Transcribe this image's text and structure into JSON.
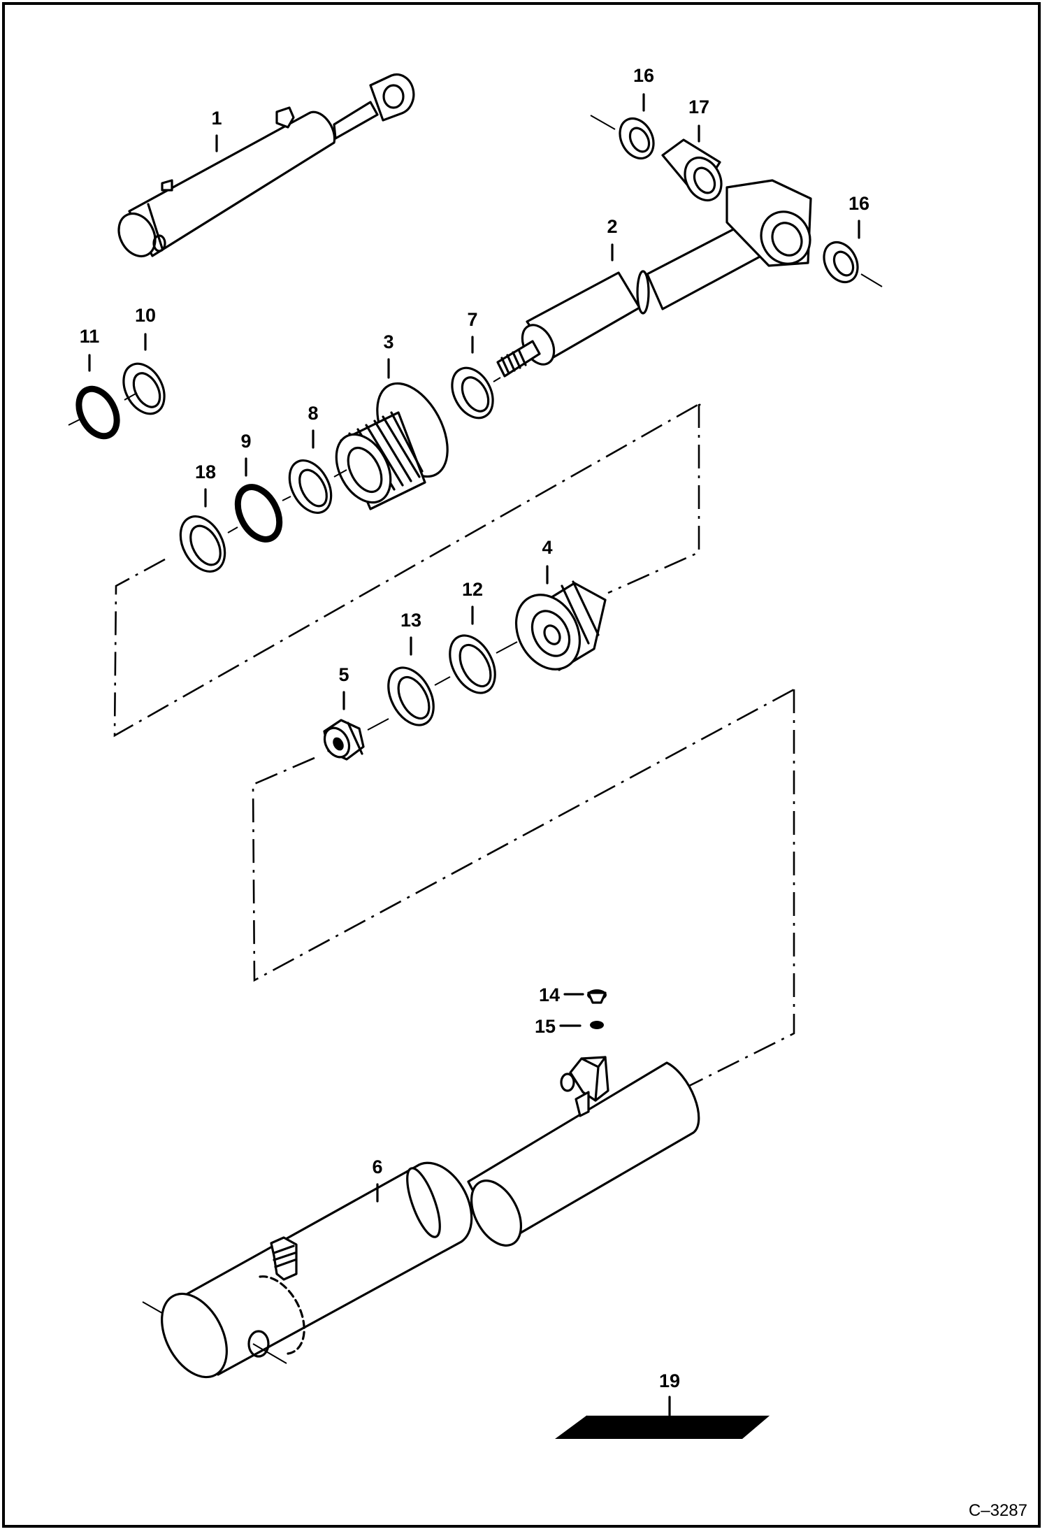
{
  "figure_id": "C–3287",
  "callouts": {
    "c1": "1",
    "c2": "2",
    "c3": "3",
    "c4": "4",
    "c5": "5",
    "c6": "6",
    "c7": "7",
    "c8": "8",
    "c9": "9",
    "c10": "10",
    "c11": "11",
    "c12": "12",
    "c13": "13",
    "c14": "14",
    "c15": "15",
    "c16a": "16",
    "c16b": "16",
    "c17": "17",
    "c18": "18",
    "c19": "19"
  }
}
